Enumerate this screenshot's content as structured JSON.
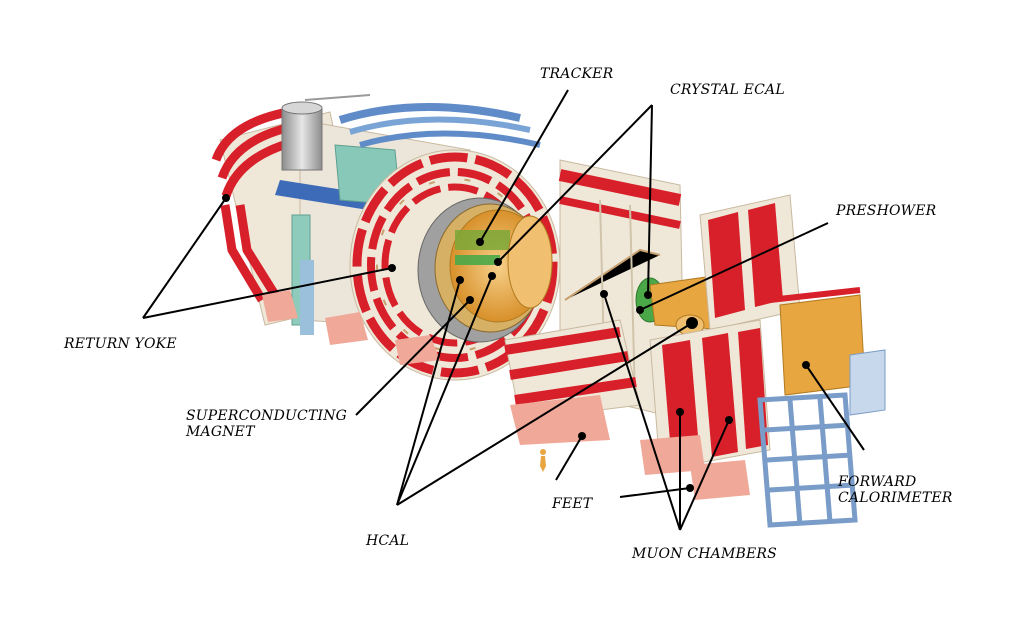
{
  "labels": {
    "tracker": "TRACKER",
    "crystal_ecal": "CRYSTAL ECAL",
    "preshower": "PRESHOWER",
    "return_yoke": "RETURN YOKE",
    "superconducting_magnet_line1": "SUPERCONDUCTING",
    "superconducting_magnet_line2": "MAGNET",
    "hcal": "HCAL",
    "feet": "FEET",
    "muon_chambers": "MUON CHAMBERS",
    "forward_calorimeter_line1": "FORWARD",
    "forward_calorimeter_line2": "CALORIMETER"
  },
  "colors": {
    "red_band": "#d8202a",
    "cream": "#efe8d8",
    "steel_blue": "#7a9cc8",
    "orange_core": "#e8a640",
    "green_ecal": "#4aa848",
    "teal_box": "#88c8b8",
    "pink_feet": "#f0a898",
    "gray_cylinder": "#b8b8b8"
  }
}
